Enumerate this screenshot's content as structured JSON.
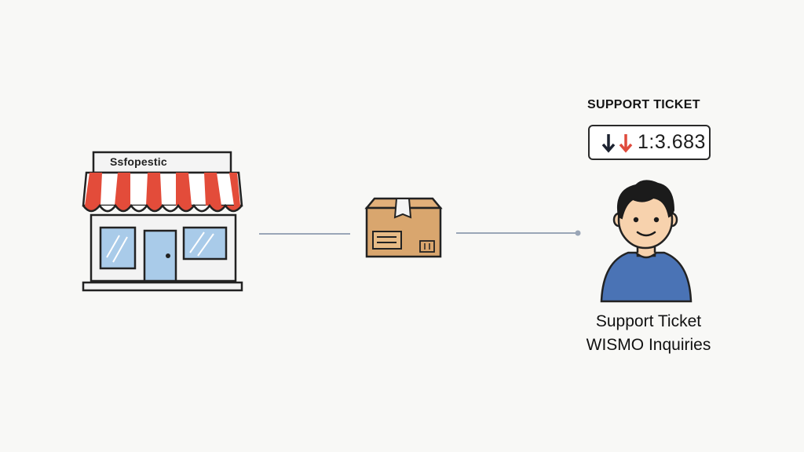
{
  "store": {
    "sign_text": "Ssfopestic",
    "colors": {
      "awning_red": "#e34c3a",
      "window_blue": "#a9cbe9",
      "wall": "#f3f3f3"
    }
  },
  "package": {
    "color": "#d9a66e"
  },
  "ticket": {
    "title": "SUPPORT TICKET",
    "icons": [
      "arrow-down-dark-icon",
      "arrow-down-red-icon"
    ],
    "number": "1:3.683"
  },
  "person": {
    "shirt_color": "#4a73b5",
    "caption_line1": "Support Ticket",
    "caption_line2": "WISMO Inquiries"
  },
  "connector_color": "#9aa6b7"
}
